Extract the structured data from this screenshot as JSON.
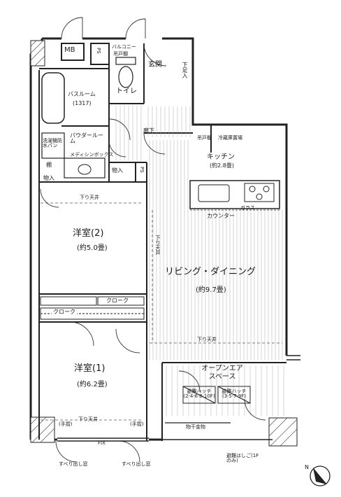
{
  "labels": {
    "mb": "MB",
    "ps1": "PS",
    "balcony_top": "バルコニー",
    "toilet_cabinet": "吊戸棚",
    "entrance": "玄関",
    "shoe_box": "下足入",
    "bathroom": "バスルーム",
    "bathroom_size": "(1317)",
    "toilet": "トイレ",
    "corridor": "廊下",
    "hanging_cabinet": "吊戸棚",
    "fridge": "冷蔵庫置場",
    "kitchen": "キッチン",
    "kitchen_area": "(約2.8畳)",
    "powder_room": "パウダールーム",
    "washer": "洗濯機防水パン",
    "medicine_box": "メディシンボックス",
    "shelf": "棚",
    "storage1": "物入",
    "storage2": "物入",
    "ps2": "PS",
    "counter": "カウンター",
    "glass": "ガラス",
    "beam_top": "下り天井",
    "western2": "洋室(2)",
    "western2_area": "(約5.0畳)",
    "beam_mid": "下り天井",
    "living": "リビング・ダイニング",
    "living_area": "(約9.7畳)",
    "closet1": "クローク",
    "closet2": "クローク",
    "beam_living": "下り天井",
    "western1": "洋室(1)",
    "western1_area": "(約6.2畳)",
    "open_air": "オープンエアスペース",
    "hatch1": "避難ハッチ(2·4·6·8·10F)",
    "hatch2": "避難ハッチ(3·5·7·9F)",
    "beam_bottom": "下り天井",
    "handrail1": "(手摺)",
    "handrail2": "(手摺)",
    "fix": "FIX",
    "clothes_dryer": "物干金物",
    "sliding1": "すべり出し窓",
    "sliding2": "すべり出し窓",
    "evac_ladder": "避難はしご(1F のみ)",
    "north": "N"
  }
}
